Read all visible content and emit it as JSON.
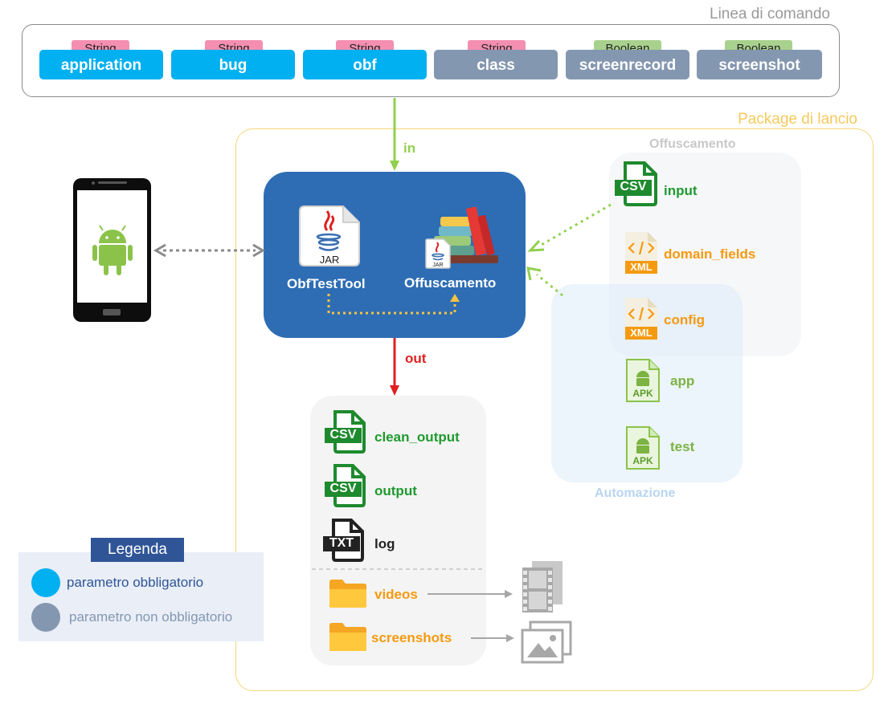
{
  "command_line": {
    "title": "Linea di comando",
    "params": [
      {
        "type": "String",
        "name": "application",
        "required": true
      },
      {
        "type": "String",
        "name": "bug",
        "required": true
      },
      {
        "type": "String",
        "name": "obf",
        "required": true
      },
      {
        "type": "String",
        "name": "class",
        "required": false
      },
      {
        "type": "Boolean",
        "name": "screenrecord",
        "required": false
      },
      {
        "type": "Boolean",
        "name": "screenshot",
        "required": false
      }
    ]
  },
  "package": {
    "title": "Package di lancio",
    "in_label": "in",
    "out_label": "out",
    "core": {
      "tool_label": "ObfTestTool",
      "tool_icon_text": "JAR",
      "lib_label": "Offuscamento",
      "lib_icon_text": "JAR"
    },
    "offuscamento_group": {
      "title": "Offuscamento",
      "files": [
        {
          "badge": "CSV",
          "label": "input"
        },
        {
          "badge": "XML",
          "label": "domain_fields"
        },
        {
          "badge": "XML",
          "label": "config"
        }
      ]
    },
    "automazione_group": {
      "title": "Automazione",
      "files": [
        {
          "badge": "APK",
          "label": "app"
        },
        {
          "badge": "APK",
          "label": "test"
        }
      ]
    },
    "outputs": {
      "files": [
        {
          "badge": "CSV",
          "label": "clean_output"
        },
        {
          "badge": "CSV",
          "label": "output"
        },
        {
          "badge": "TXT",
          "label": "log"
        }
      ],
      "folders": [
        {
          "label": "videos"
        },
        {
          "label": "screenshots"
        }
      ]
    }
  },
  "legend": {
    "title": "Legenda",
    "items": [
      {
        "label": "parametro obbligatorio",
        "color": "#00b0f0"
      },
      {
        "label": "parametro non obbligatorio",
        "color": "#8497b0"
      }
    ]
  },
  "colors": {
    "required": "#00b0f0",
    "optional": "#8497b0",
    "string_tag": "#f48fb1",
    "boolean_tag": "#a9d18e",
    "in_arrow": "#92d050",
    "out_arrow": "#e02020",
    "core_bg": "#2e6db4",
    "package_border": "#f6d77a"
  }
}
